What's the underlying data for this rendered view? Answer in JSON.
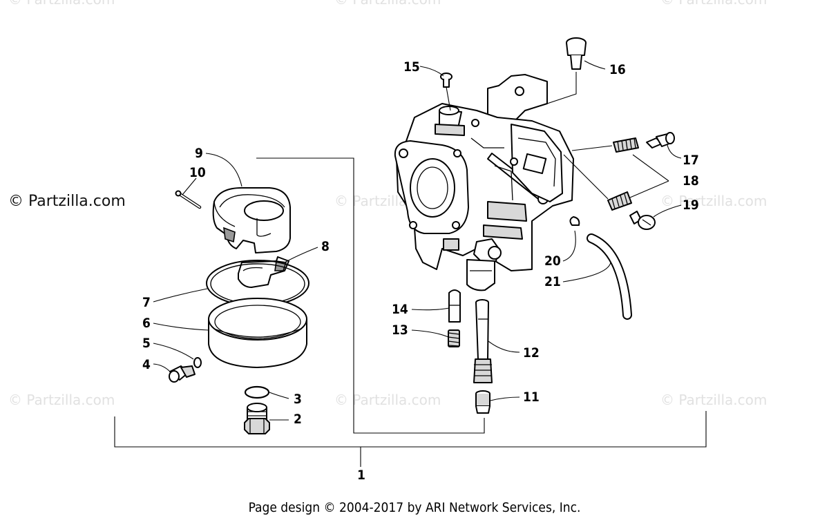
{
  "watermark": "© Partzilla.com",
  "callouts": {
    "c1": "1",
    "c2": "2",
    "c3": "3",
    "c4": "4",
    "c5": "5",
    "c6": "6",
    "c7": "7",
    "c8": "8",
    "c9": "9",
    "c10": "10",
    "c11": "11",
    "c12": "12",
    "c13": "13",
    "c14": "14",
    "c15": "15",
    "c16": "16",
    "c17": "17",
    "c18": "18",
    "c19": "19",
    "c20": "20",
    "c21": "21"
  },
  "footer": "Page design © 2004-2017 by ARI Network Services, Inc."
}
